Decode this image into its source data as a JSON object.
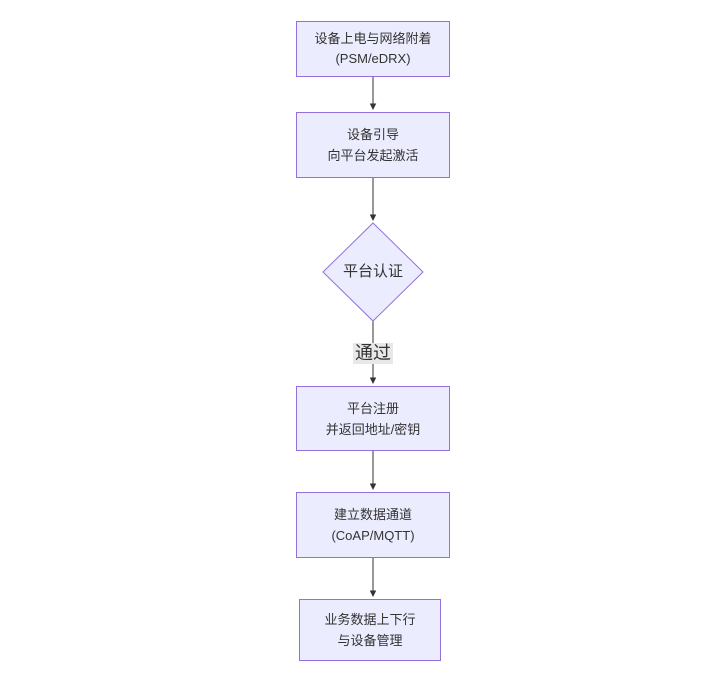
{
  "diagram": {
    "type": "flowchart",
    "direction": "top-down",
    "nodes": [
      {
        "id": "A",
        "shape": "rect",
        "lines": [
          "设备上电与网络附着",
          "(PSM/eDRX)"
        ]
      },
      {
        "id": "B",
        "shape": "rect",
        "lines": [
          "设备引导",
          "向平台发起激活"
        ]
      },
      {
        "id": "C",
        "shape": "diamond",
        "lines": [
          "平台认证"
        ]
      },
      {
        "id": "D",
        "shape": "rect",
        "lines": [
          "平台注册",
          "并返回地址/密钥"
        ]
      },
      {
        "id": "E",
        "shape": "rect",
        "lines": [
          "建立数据通道",
          "(CoAP/MQTT)"
        ]
      },
      {
        "id": "F",
        "shape": "rect",
        "lines": [
          "业务数据上下行",
          "与设备管理"
        ]
      }
    ],
    "edges": [
      {
        "from": "A",
        "to": "B",
        "label": ""
      },
      {
        "from": "B",
        "to": "C",
        "label": ""
      },
      {
        "from": "C",
        "to": "D",
        "label": "通过"
      },
      {
        "from": "D",
        "to": "E",
        "label": ""
      },
      {
        "from": "E",
        "to": "F",
        "label": ""
      }
    ],
    "colors": {
      "node_fill": "#ECECFF",
      "node_border": "#9370DB",
      "edge_line": "#333333",
      "edge_label_bg": "#e8e8e8",
      "text": "#333333",
      "background": "#ffffff"
    }
  }
}
